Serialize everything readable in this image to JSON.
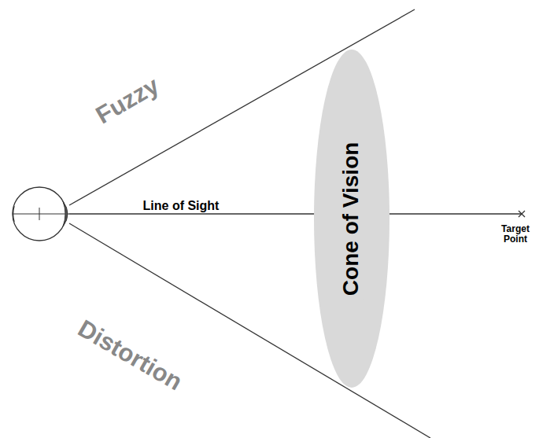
{
  "diagram": {
    "nodes": [
      {
        "text": [
          "Cone of Vision"
        ]
      }
    ],
    "labels": [
      "Fuzzy",
      "Line of Sight",
      "Target Point",
      "Distortion"
    ]
  }
}
